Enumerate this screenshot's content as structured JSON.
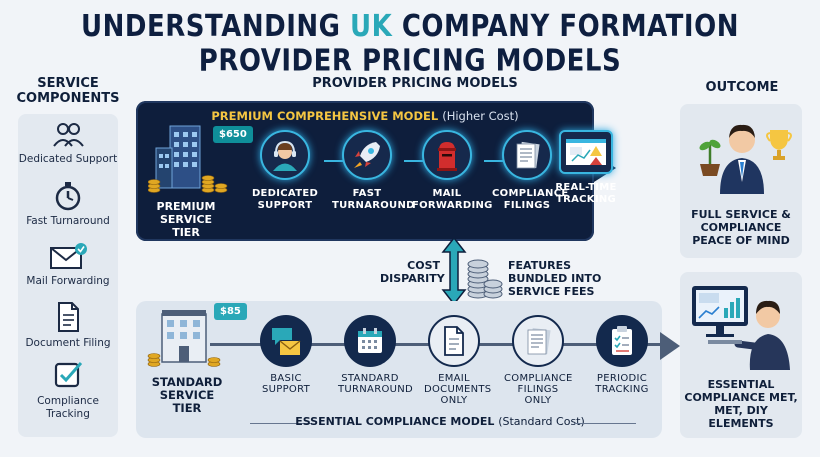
{
  "title": {
    "prefix": "UNDERSTANDING ",
    "highlight": "UK",
    "suffix": " COMPANY FORMATION PROVIDER PRICING MODELS"
  },
  "service_components": {
    "heading": "SERVICE COMPONENTS",
    "items": [
      {
        "label": "Dedicated Support",
        "icon": "people-icon"
      },
      {
        "label": "Fast Turnaround",
        "icon": "stopwatch-icon"
      },
      {
        "label": "Mail Forwarding",
        "icon": "envelope-icon"
      },
      {
        "label": "Document Filing",
        "icon": "document-icon"
      },
      {
        "label": "Compliance Tracking",
        "icon": "checkbox-icon"
      }
    ]
  },
  "provider_models": {
    "heading": "PROVIDER PRICING MODELS",
    "premium": {
      "title": "PREMIUM COMPREHENSIVE MODEL",
      "cost": "(Higher Cost)",
      "price_tag": "$650",
      "tier_label": "PREMIUM SERVICE TIER",
      "steps": [
        {
          "label": "DEDICATED SUPPORT",
          "icon": "headset-agent-icon"
        },
        {
          "label": "FAST TURNAROUND",
          "icon": "rocket-icon"
        },
        {
          "label": "MAIL FORWARDING",
          "icon": "postbox-icon"
        },
        {
          "label": "COMPLIANCE FILINGS",
          "icon": "filings-icon"
        },
        {
          "label": "REAL-TIME TRACKING",
          "icon": "dashboard-icon"
        }
      ]
    },
    "standard": {
      "title": "ESSENTIAL COMPLIANCE MODEL",
      "cost": "(Standard Cost)",
      "price_tag": "$85",
      "tier_label": "STANDARD SERVICE TIER",
      "steps": [
        {
          "label": "BASIC SUPPORT",
          "icon": "chat-envelope-icon"
        },
        {
          "label": "STANDARD TURNAROUND",
          "icon": "calendar-icon"
        },
        {
          "label": "EMAIL DOCUMENTS ONLY",
          "icon": "document-icon"
        },
        {
          "label": "COMPLIANCE FILINGS ONLY",
          "icon": "filings-icon"
        },
        {
          "label": "PERIODIC TRACKING",
          "icon": "clipboard-icon"
        }
      ]
    },
    "cost_disparity": "COST DISPARITY",
    "features_bundled": "FEATURES BUNDLED INTO SERVICE FEES"
  },
  "outcome": {
    "heading": "OUTCOME",
    "premium": "FULL SERVICE & COMPLIANCE PEACE OF MIND",
    "standard": "ESSENTIAL COMPLIANCE MET, MET, DIY ELEMENTS"
  },
  "colors": {
    "accent": "#2aa8b8",
    "navy": "#0e1e3c",
    "gold": "#f5c642",
    "glow": "#39b6e0"
  }
}
